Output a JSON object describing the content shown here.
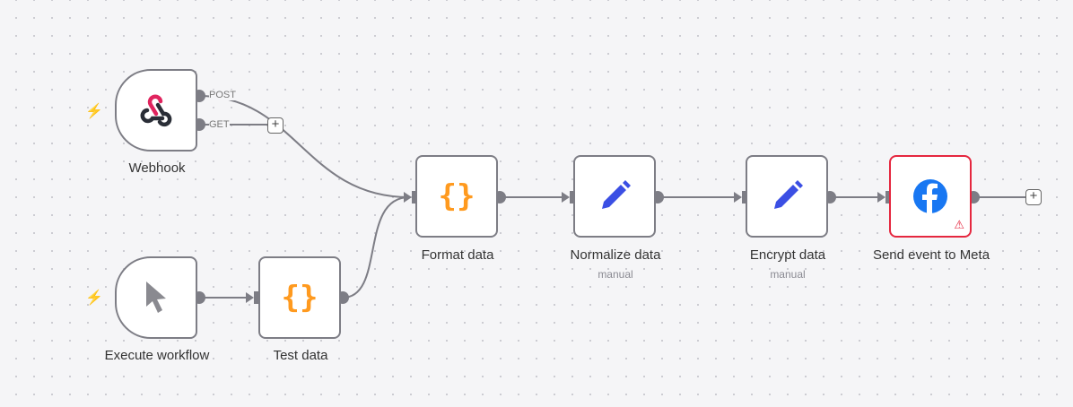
{
  "nodes": {
    "webhook": {
      "label": "Webhook",
      "outputs": [
        "POST",
        "GET"
      ]
    },
    "execute": {
      "label": "Execute workflow"
    },
    "test": {
      "label": "Test data"
    },
    "format": {
      "label": "Format data"
    },
    "normalize": {
      "label": "Normalize data",
      "subtitle": "manual"
    },
    "encrypt": {
      "label": "Encrypt data",
      "subtitle": "manual"
    },
    "meta": {
      "label": "Send event to Meta",
      "status": "error"
    }
  },
  "add_symbol": "+",
  "colors": {
    "accent_error": "#e5273f",
    "edge": "#7d7d85",
    "code": "#ff9a1f",
    "edit": "#3b4fe4",
    "facebook": "#1877f2"
  }
}
